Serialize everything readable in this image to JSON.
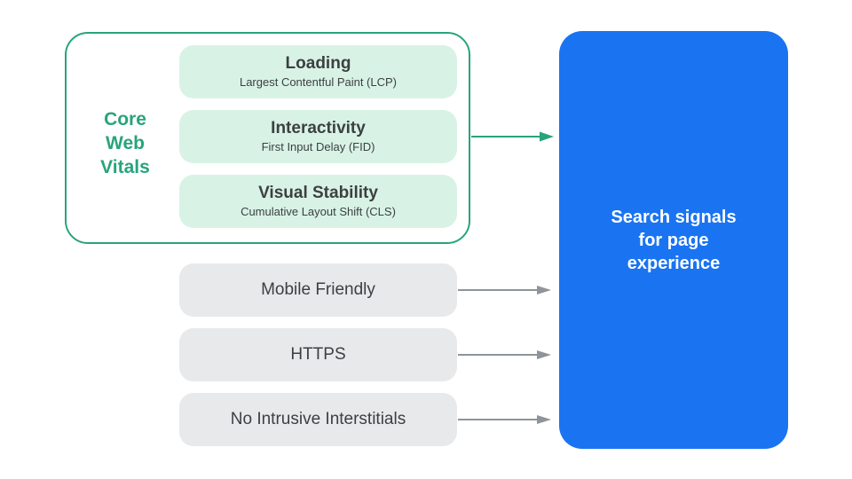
{
  "colors": {
    "accent_green": "#28a47c",
    "light_green_fill": "#d8f3e5",
    "gray_fill": "#e8e9eb",
    "gray_arrow": "#8e9499",
    "blue_fill": "#1a74f2",
    "dark_text": "#3c4043",
    "white_text": "#ffffff"
  },
  "core_web_vitals": {
    "group_label": "Core\nWeb\nVitals",
    "items": [
      {
        "title": "Loading",
        "subtitle": "Largest Contentful Paint (LCP)"
      },
      {
        "title": "Interactivity",
        "subtitle": "First Input Delay (FID)"
      },
      {
        "title": "Visual Stability",
        "subtitle": "Cumulative Layout Shift (CLS)"
      }
    ]
  },
  "other_signals": [
    {
      "label": "Mobile Friendly"
    },
    {
      "label": "HTTPS"
    },
    {
      "label": "No Intrusive Interstitials"
    }
  ],
  "result_box": {
    "label": "Search signals\nfor page\nexperience"
  }
}
